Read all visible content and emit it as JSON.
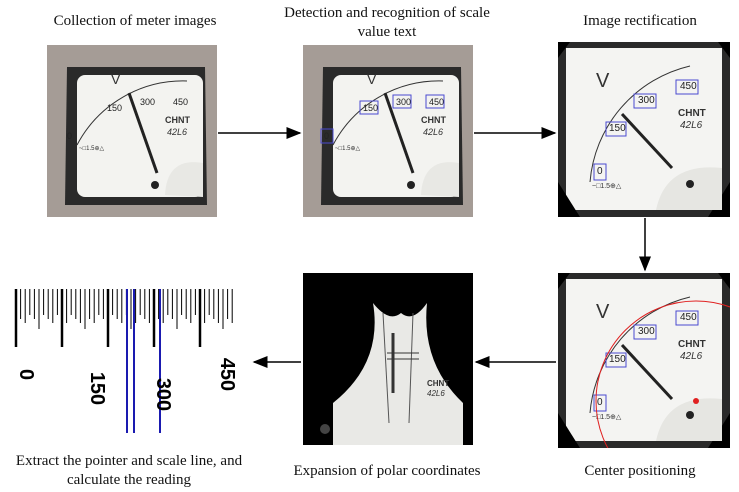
{
  "steps": [
    {
      "label": "Collection of meter images"
    },
    {
      "label": "Detection and recognition of scale value text"
    },
    {
      "label": "Image rectification"
    },
    {
      "label": "Center positioning"
    },
    {
      "label": "Expansion of polar coordinates"
    },
    {
      "label": "Extract the pointer and scale line, and calculate the reading"
    }
  ],
  "meter": {
    "unit": "V",
    "scale_values": [
      "0",
      "150",
      "300",
      "450"
    ],
    "brand": "CHNT",
    "model": "42L6",
    "footer_marks": "~□1.5⊕△"
  },
  "colors": {
    "box": "#4a4ad0",
    "circle": "#e02020",
    "pointer_blue": "#1a1ab0"
  }
}
